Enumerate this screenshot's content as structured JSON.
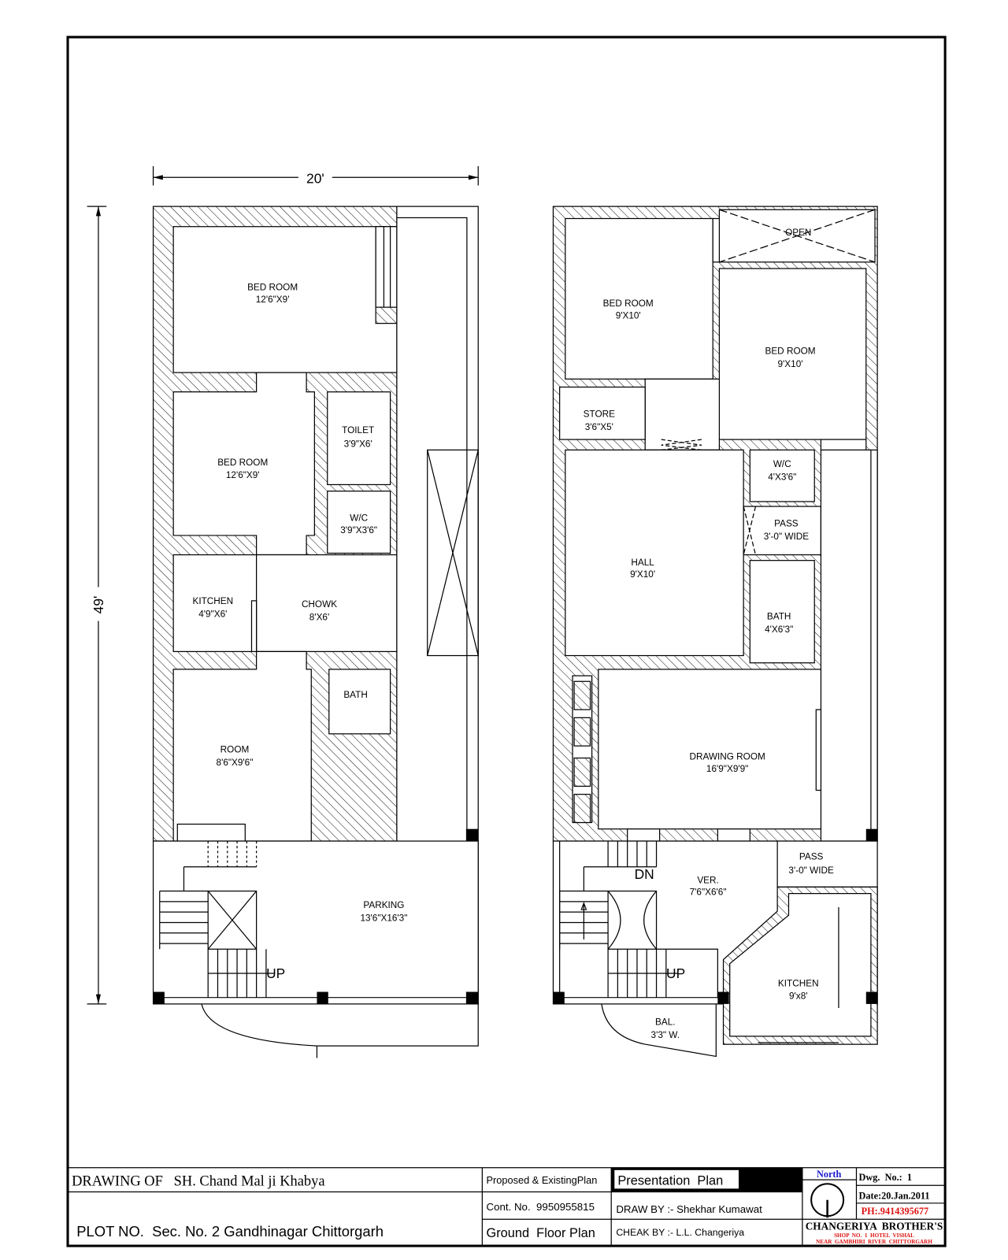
{
  "dimensions": {
    "width": "20'",
    "depth": "49'"
  },
  "ground_floor": {
    "bed_room_1": {
      "name": "BED ROOM",
      "size": "12'6\"X9'"
    },
    "bed_room_2": {
      "name": "BED ROOM",
      "size": "12'6\"X9'"
    },
    "toilet": {
      "name": "TOILET",
      "size": "3'9\"X6'"
    },
    "wc": {
      "name": "W/C",
      "size": "3'9\"X3'6\""
    },
    "kitchen": {
      "name": "KITCHEN",
      "size": "4'9\"X6'"
    },
    "chowk": {
      "name": "CHOWK",
      "size": "8'X6'"
    },
    "bath": {
      "name": "BATH"
    },
    "room": {
      "name": "ROOM",
      "size": "8'6\"X9'6\""
    },
    "parking": {
      "name": "PARKING",
      "size": "13'6\"X16'3\""
    },
    "stair_up": "UP"
  },
  "first_floor": {
    "open": "OPEN",
    "bed_room_1": {
      "name": "BED ROOM",
      "size": "9'X10'"
    },
    "bed_room_2": {
      "name": "BED ROOM",
      "size": "9'X10'"
    },
    "store": {
      "name": "STORE",
      "size": "3'6\"X5'"
    },
    "wc": {
      "name": "W/C",
      "size": "4'X3'6\""
    },
    "pass_1": {
      "name": "PASS",
      "size": "3'-0\" WIDE"
    },
    "hall": {
      "name": "HALL",
      "size": "9'X10'"
    },
    "bath": {
      "name": "BATH",
      "size": "4'X6'3\""
    },
    "drawing_room": {
      "name": "DRAWING ROOM",
      "size": "16'9\"X9'9\""
    },
    "pass_2": {
      "name": "PASS",
      "size": "3'-0\" WIDE"
    },
    "verandah": {
      "name": "VER.",
      "size": "7'6\"X6'6\""
    },
    "kitchen": {
      "name": "KITCHEN",
      "size": "9'x8'"
    },
    "balcony": {
      "name": "BAL.",
      "size": "3'3\" W."
    },
    "stair_dn": "DN",
    "stair_up": "UP"
  },
  "title_block": {
    "drawing_of": "DRAWING OF   SH. Chand Mal ji Khabya",
    "plot_no": "PLOT NO.  Sec. No. 2 Gandhinagar Chittorgarh",
    "plan_type": "Proposed & ExistingPlan",
    "contact": "Cont. No.  9950955815",
    "floor": "Ground  Floor Plan",
    "presentation": "Presentation  Plan",
    "drawn_by": "DRAW BY :- Shekhar Kumawat",
    "checked_by": "CHEAK BY :- L.L. Changeriya",
    "north": "North",
    "dwg_no": "Dwg.  No.:  1",
    "date": "Date:20.Jan.2011",
    "phone": "PH:.9414395677",
    "firm": "CHANGERIYA  BROTHER'S",
    "firm_line1": "SHOP  NO.  1  HOTEL  VISHAL",
    "firm_line2": "NEAR  GAMBHIRI  RIVER  CHITTORGARH"
  },
  "colors": {
    "north": "#1a1acc",
    "red": "#dd1111"
  }
}
